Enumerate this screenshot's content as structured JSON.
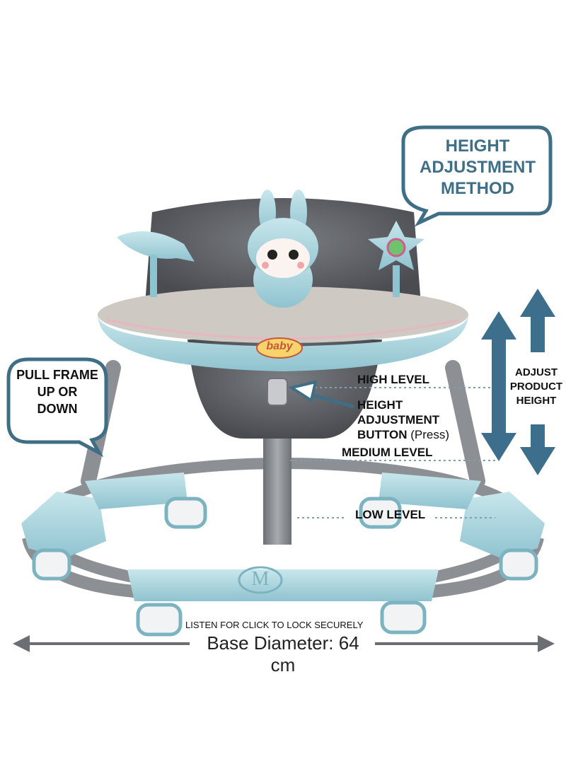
{
  "bubble_top": "HEIGHT ADJUSTMENT METHOD",
  "bubble_top_lines": [
    "HEIGHT",
    "ADJUSTMENT",
    "METHOD"
  ],
  "bubble_left_lines": [
    "PULL FRAME",
    "UP OR",
    "DOWN"
  ],
  "levels": {
    "high": "HIGH LEVEL",
    "medium": "MEDIUM LEVEL",
    "low": "LOW LEVEL"
  },
  "button_label_lines": [
    "HEIGHT",
    "ADJUSTMENT"
  ],
  "button_label_last": "BUTTON",
  "button_label_press": "(Press)",
  "adjust_lines": [
    "ADJUST",
    "PRODUCT",
    "HEIGHT"
  ],
  "tray_logo": "baby",
  "footrest_logo": "M",
  "lock_note": "LISTEN FOR CLICK TO LOCK SECURELY",
  "diameter": "Base Diameter: 64 cm",
  "colors": {
    "accent_blue": "#a9d3dc",
    "callout_border": "#3f6f86",
    "arrow_blue": "#3d6f8c",
    "frame_grey": "#8c8f94",
    "seat_grey": "#55575c"
  }
}
